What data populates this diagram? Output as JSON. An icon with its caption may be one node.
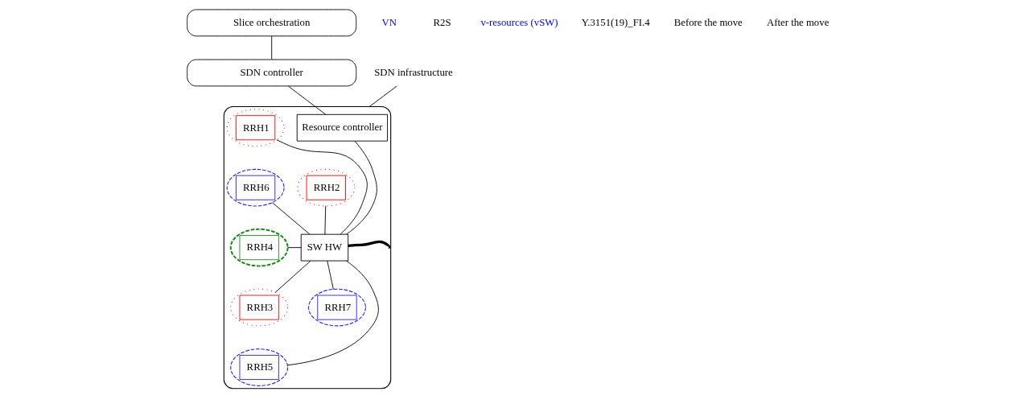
{
  "diagram": {
    "nodes": [
      {
        "text": [
          "Slice orchestration"
        ]
      },
      {
        "text": [
          "SDN controller"
        ]
      },
      {
        "text": [],
        "shape": "box"
      },
      {
        "text": [
          "Resource controller"
        ],
        "in": 2
      },
      {
        "text": [
          "RRH1"
        ],
        "in": 2
      },
      {
        "text": [
          "RRH2"
        ],
        "in": 2
      },
      {
        "text": [
          "RRH6"
        ],
        "in": 2
      },
      {
        "text": [
          "SW HW"
        ],
        "in": 2
      },
      {
        "text": [
          "RRH4"
        ],
        "in": 2
      },
      {
        "text": [
          "RRH3"
        ],
        "in": 2
      },
      {
        "text": [
          "RRH7"
        ],
        "in": 2
      },
      {
        "text": [
          "RRH5"
        ],
        "in": 2
      },
      {
        "text": [
          "SDN infrastructure"
        ]
      }
    ],
    "edges": [
      {
        "from": 0,
        "to": 1,
        "arrow": "none"
      },
      {
        "from": 1,
        "to": 3,
        "arrow": "none"
      },
      {
        "from": 3,
        "to": 7,
        "arrow": "none"
      },
      {
        "from": 4,
        "to": 7,
        "arrow": "none"
      },
      {
        "from": 5,
        "to": 7,
        "arrow": "none"
      },
      {
        "from": 6,
        "to": 7,
        "arrow": "none"
      },
      {
        "from": 8,
        "to": 7,
        "arrow": "none"
      },
      {
        "from": 9,
        "to": 7,
        "arrow": "none"
      },
      {
        "from": 10,
        "to": 7,
        "arrow": "none"
      },
      {
        "from": 11,
        "to": 7,
        "arrow": "none"
      },
      {
        "from": 7,
        "to": 2,
        "arrow": "none",
        "style": "thick"
      },
      {
        "from": 12,
        "to": 2,
        "arrow": "none"
      }
    ],
    "labels": [
      "VN",
      "R2S",
      "v-resources (vSW)",
      "Y.3151(19)_FI.4"
    ],
    "legend": [
      {
        "text": "Before the move"
      },
      {
        "text": "After the move"
      }
    ]
  }
}
